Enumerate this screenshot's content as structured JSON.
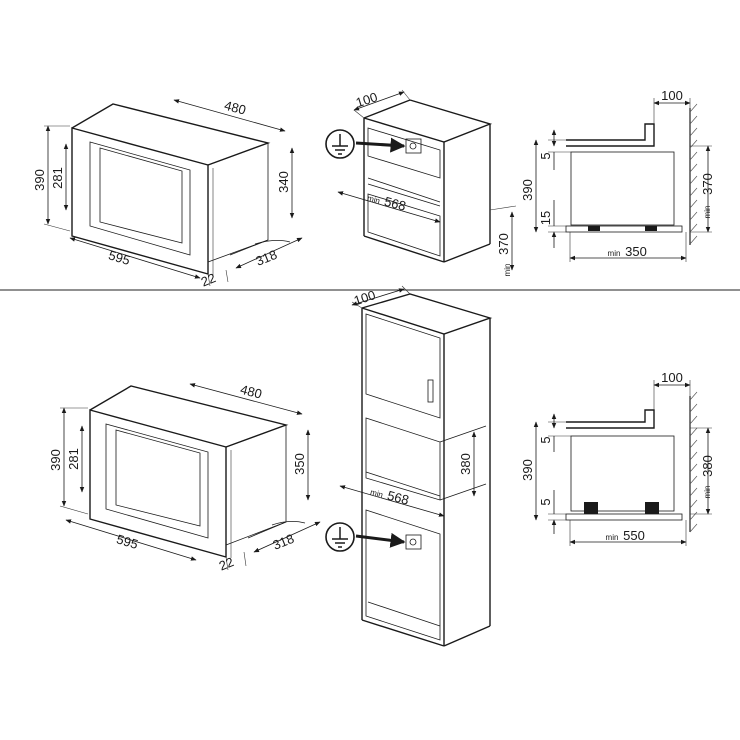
{
  "top": {
    "oven": {
      "width": "480",
      "height": "390",
      "inner_height": "281",
      "front_width": "595",
      "depth": "318",
      "side_height": "340",
      "front_depth": "22"
    },
    "cabinet": {
      "top_depth": "100",
      "min_label": "min",
      "min_width": "568",
      "min_height": "370"
    },
    "section": {
      "top_depth": "100",
      "height": "390",
      "top_gap": "5",
      "bottom_gap": "15",
      "min_label": "min",
      "min_height": "370",
      "min_depth": "350"
    }
  },
  "bottom": {
    "oven": {
      "width": "480",
      "height": "390",
      "inner_height": "281",
      "front_width": "595",
      "depth": "318",
      "side_height": "350",
      "front_depth": "22"
    },
    "cabinet": {
      "top_depth": "100",
      "min_label": "min",
      "min_width": "568",
      "min_height": "380"
    },
    "section": {
      "top_depth": "100",
      "height": "390",
      "top_gap": "5",
      "bottom_gap": "5",
      "min_label": "min",
      "min_height": "380",
      "min_depth": "550"
    }
  },
  "icons": [
    "ground-symbol-icon",
    "arrow-icon",
    "socket-icon"
  ]
}
